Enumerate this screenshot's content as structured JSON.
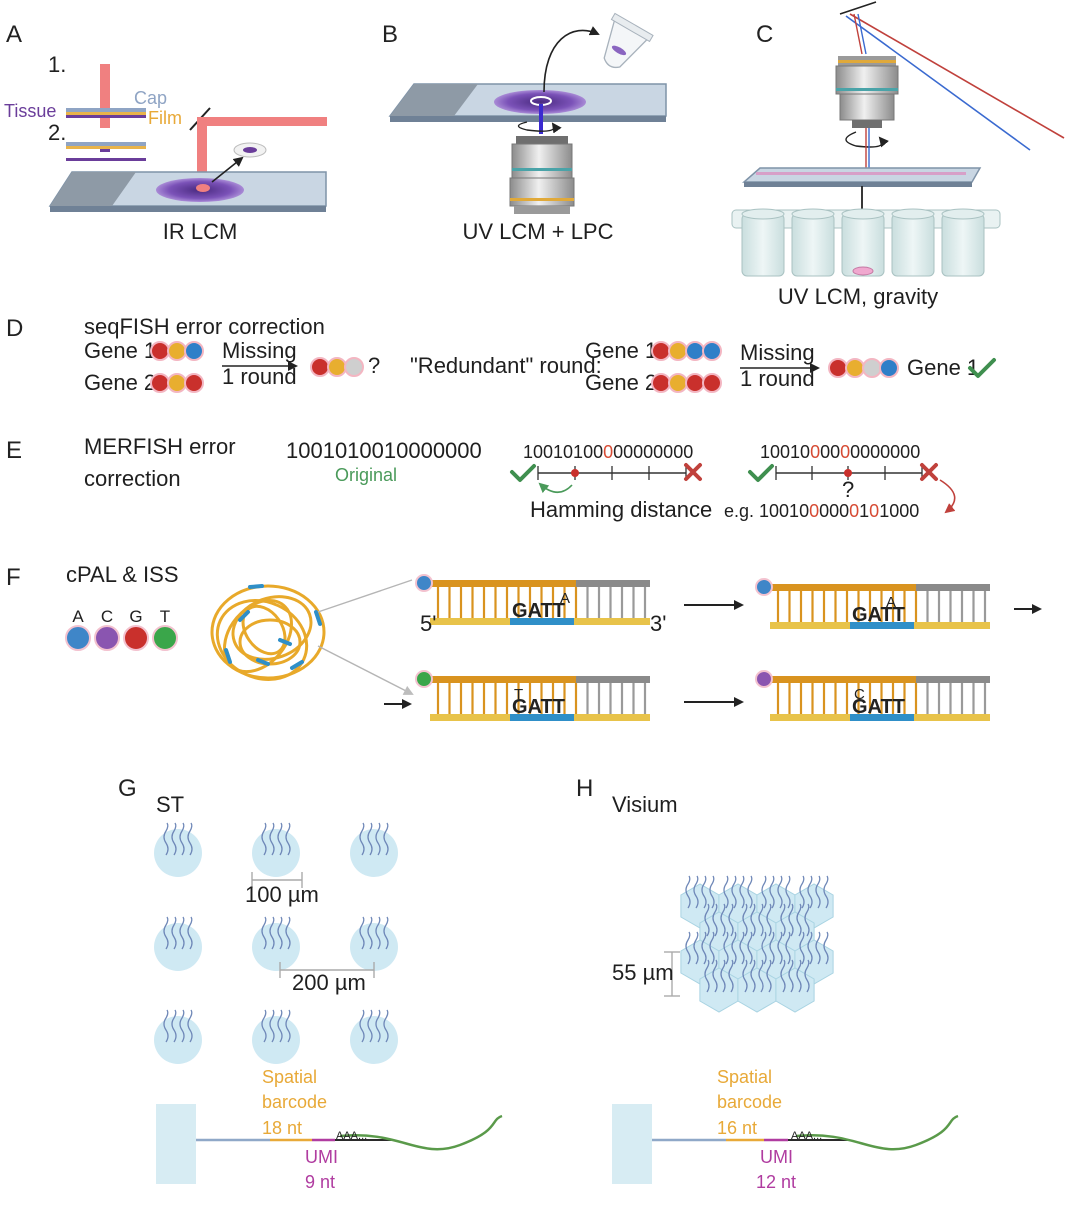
{
  "panels": {
    "a": {
      "letter": "A",
      "step1": "1.",
      "step2": "2.",
      "tissue": "Tissue",
      "cap": "Cap",
      "film": "Film",
      "caption": "IR LCM"
    },
    "b": {
      "letter": "B",
      "caption": "UV LCM + LPC"
    },
    "c": {
      "letter": "C",
      "caption": "UV LCM, gravity"
    },
    "d": {
      "letter": "D",
      "title": "seqFISH error correction",
      "gene1": "Gene 1",
      "gene2": "Gene 2",
      "missing_a": "Missing",
      "one_round_a": "1 round",
      "question": "?",
      "redundant": "\"Redundant\" round:",
      "gene1_b": "Gene 1",
      "gene2_b": "Gene 2",
      "missing_b": "Missing",
      "one_round_b": "1 round",
      "result": "Gene 1"
    },
    "e": {
      "letter": "E",
      "title_line1": "MERFISH error",
      "title_line2": "correction",
      "original_code": "1001010010000000",
      "original_label": "Original",
      "code2_prefix": "100101",
      "code2_hit": "0",
      "code2_tail": "0",
      "code2_suffix": "000000",
      "hamming": "Hamming distance",
      "code3_prefix": "10010",
      "code3_hit": "0",
      "code3_mid": "00",
      "code3_hit2": "0",
      "code3_suffix": "0000000",
      "question": "?",
      "example_prefix": "e.g. 10010",
      "example_hit1": "0",
      "example_mid1": "000",
      "example_hit2": "0",
      "example_mid2": "1",
      "example_hit3": "0",
      "example_mid3": "1",
      "example_suffix": "000"
    },
    "f": {
      "letter": "F",
      "title": "cPAL & ISS",
      "bases": [
        {
          "label": "A",
          "color": "#3f86c8"
        },
        {
          "label": "C",
          "color": "#8a55b0"
        },
        {
          "label": "G",
          "color": "#c9302c"
        },
        {
          "label": "T",
          "color": "#3aa64a"
        }
      ],
      "end5": "5'",
      "end3": "3'",
      "seq": "GATT",
      "probe_a": "A",
      "probe_a2": "A",
      "probe_t": "T",
      "probe_c": "C"
    },
    "g": {
      "letter": "G",
      "title": "ST",
      "spot_size": "100 µm",
      "spot_pitch": "200 µm",
      "barcode_l1": "Spatial",
      "barcode_l2": "barcode",
      "barcode_l3": "18 nt",
      "umi_l1": "UMI",
      "umi_l2": "9 nt",
      "polya": "AAA..."
    },
    "h": {
      "letter": "H",
      "title": "Visium",
      "spot_size": "55 µm",
      "barcode_l1": "Spatial",
      "barcode_l2": "barcode",
      "barcode_l3": "16 nt",
      "umi_l1": "UMI",
      "umi_l2": "12 nt",
      "polya": "AAA..."
    }
  },
  "colors": {
    "laser": "#f08080",
    "tissue": "#6a3d9a",
    "slide": "#b8c7d6",
    "film": "#e8b34a",
    "cap": "#8fa4c4",
    "check": "#3f8f4f",
    "cross": "#c0413c",
    "red_digit": "#d64a33",
    "original": "#4a9a5a",
    "dna_orange": "#d9931f",
    "dna_yellow": "#e8c34a",
    "dna_blue": "#2f8fc8",
    "dna_grey": "#8a8a8a",
    "spot": "#cfe9f3",
    "barcode": "#e8a938",
    "umi": "#b03ca0",
    "green_line": "#5a9a4a"
  }
}
